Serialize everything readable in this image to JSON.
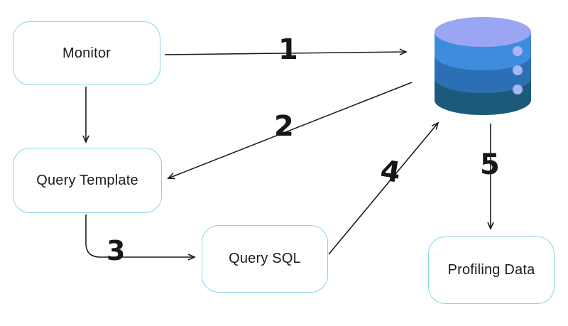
{
  "diagram": {
    "nodes": {
      "monitor": {
        "label": "Monitor"
      },
      "query_template": {
        "label": "Query Template"
      },
      "query_sql": {
        "label": "Query SQL"
      },
      "profiling_data": {
        "label": "Profiling Data"
      }
    },
    "database": {
      "icon": "database-icon"
    },
    "arrow_labels": {
      "step1": "1",
      "step2": "2",
      "step3": "3",
      "step4": "4",
      "step5": "5"
    },
    "flow": [
      {
        "step": "1",
        "from": "Monitor",
        "to": "Database"
      },
      {
        "step": "2",
        "from": "Database",
        "to": "Query Template"
      },
      {
        "step": "3",
        "from": "Query Template",
        "to": "Query SQL"
      },
      {
        "step": "4",
        "from": "Query SQL",
        "to": "Database"
      },
      {
        "step": "5",
        "from": "Database",
        "to": "Profiling Data"
      }
    ],
    "colors": {
      "box_border": "#85d6e9",
      "text": "#1c1c1c",
      "arrow": "#1c1c1c",
      "db_top": "#9aa6f4",
      "db_band_top": "#3e8cdd",
      "db_band_middle": "#2d6fb4",
      "db_band_bottom": "#1d5a7a",
      "db_dots": "#aab5f6"
    }
  }
}
